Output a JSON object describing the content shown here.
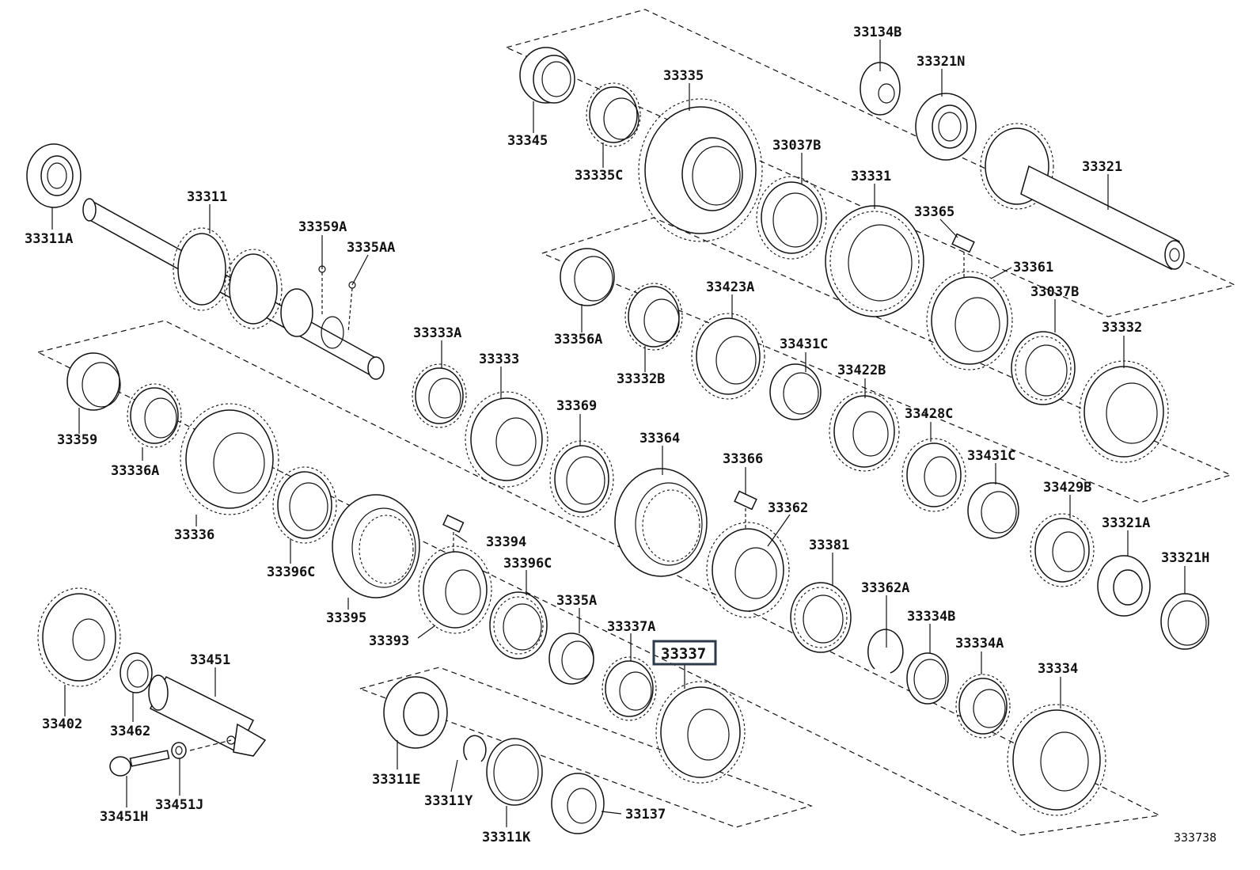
{
  "diagram_id": "333738",
  "highlighted_part": "33337",
  "labels": {
    "p33134B": "33134B",
    "p33321N": "33321N",
    "p33335": "33335",
    "p33345": "33345",
    "p33335C": "33335C",
    "p33037B_a": "33037B",
    "p33331": "33331",
    "p33365": "33365",
    "p33321": "33321",
    "p33361": "33361",
    "p33037B_b": "33037B",
    "p33332": "33332",
    "p33311": "33311",
    "p33311A": "33311A",
    "p33359A": "33359A",
    "p3335AA": "3335AA",
    "p33356A": "33356A",
    "p33332B": "33332B",
    "p33423A": "33423A",
    "p33431C_a": "33431C",
    "p33422B": "33422B",
    "p33428C": "33428C",
    "p33431C_b": "33431C",
    "p33429B": "33429B",
    "p33321A": "33321A",
    "p33321H": "33321H",
    "p33333A": "33333A",
    "p33333": "33333",
    "p33369": "33369",
    "p33364": "33364",
    "p33366": "33366",
    "p33362": "33362",
    "p33381": "33381",
    "p33362A": "33362A",
    "p33334B": "33334B",
    "p33334A": "33334A",
    "p33334": "33334",
    "p33359": "33359",
    "p33336A": "33336A",
    "p33336": "33336",
    "p33396C_a": "33396C",
    "p33395": "33395",
    "p33394": "33394",
    "p33393": "33393",
    "p33396C_b": "33396C",
    "p3335A": "3335A",
    "p33337A": "33337A",
    "p33337": "33337",
    "p33402": "33402",
    "p33462": "33462",
    "p33451": "33451",
    "p33451H": "33451H",
    "p33451J": "33451J",
    "p33311E": "33311E",
    "p33311Y": "33311Y",
    "p33311K": "33311K",
    "p33137": "33137"
  },
  "colors": {
    "line": "#111111",
    "highlight_box": "#2c3a4a",
    "background": "#ffffff"
  }
}
